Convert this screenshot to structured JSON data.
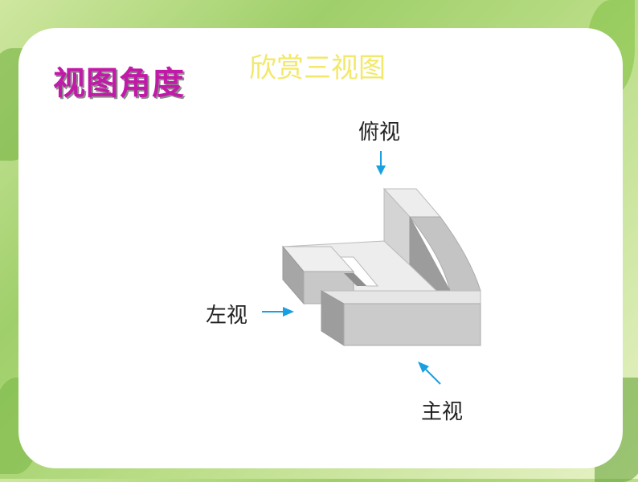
{
  "slide": {
    "title": "视图角度",
    "subtitle": "欣赏三视图"
  },
  "figure": {
    "top_view_label": "俯视",
    "left_view_label": "左视",
    "front_view_label": "主视",
    "arrow_color": "#1aa0e0",
    "block_colors": [
      "#f2f2f2",
      "#cfcfcf",
      "#9a9a9a"
    ]
  }
}
